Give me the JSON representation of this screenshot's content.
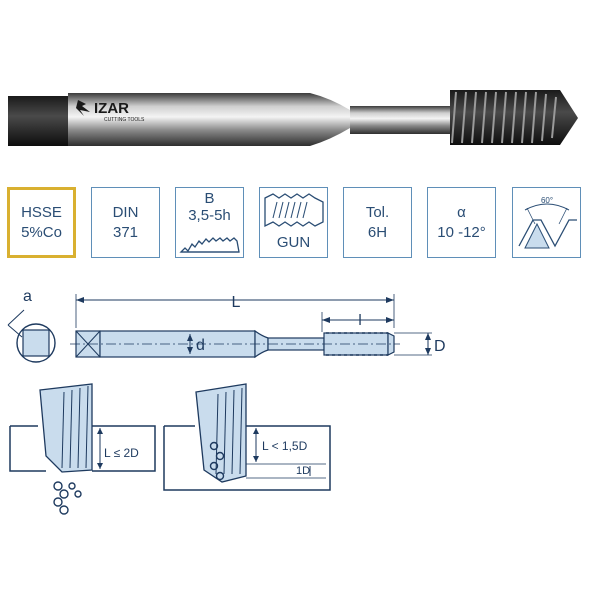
{
  "brand": {
    "name": "IZAR",
    "tagline": "CUTTING TOOLS"
  },
  "specs": [
    {
      "line1": "HSSE",
      "line2": "5%Co",
      "highlight": true
    },
    {
      "line1": "DIN",
      "line2": "371"
    },
    {
      "line1": "B",
      "line2": "3,5-5h",
      "icon": "chamfer-form-icon"
    },
    {
      "line1": "",
      "line2": "GUN",
      "icon": "gun-point-icon"
    },
    {
      "line1": "Tol.",
      "line2": "6H"
    },
    {
      "line1": "α",
      "line2": "10 -12°"
    },
    {
      "line1": "60°",
      "line2": "",
      "icon": "thread-angle-icon"
    }
  ],
  "drawing": {
    "label_a": "a",
    "label_L": "L",
    "label_l": "l",
    "label_d": "d",
    "label_D": "D",
    "hole1": {
      "label": "L ≤ 2D"
    },
    "hole2": {
      "label": "L < 1,5D",
      "sub": "1D"
    }
  },
  "colors": {
    "line": "#1e3a5f",
    "fill": "#c9dced",
    "highlight": "#d9b030",
    "box": "#5f8fb8"
  }
}
